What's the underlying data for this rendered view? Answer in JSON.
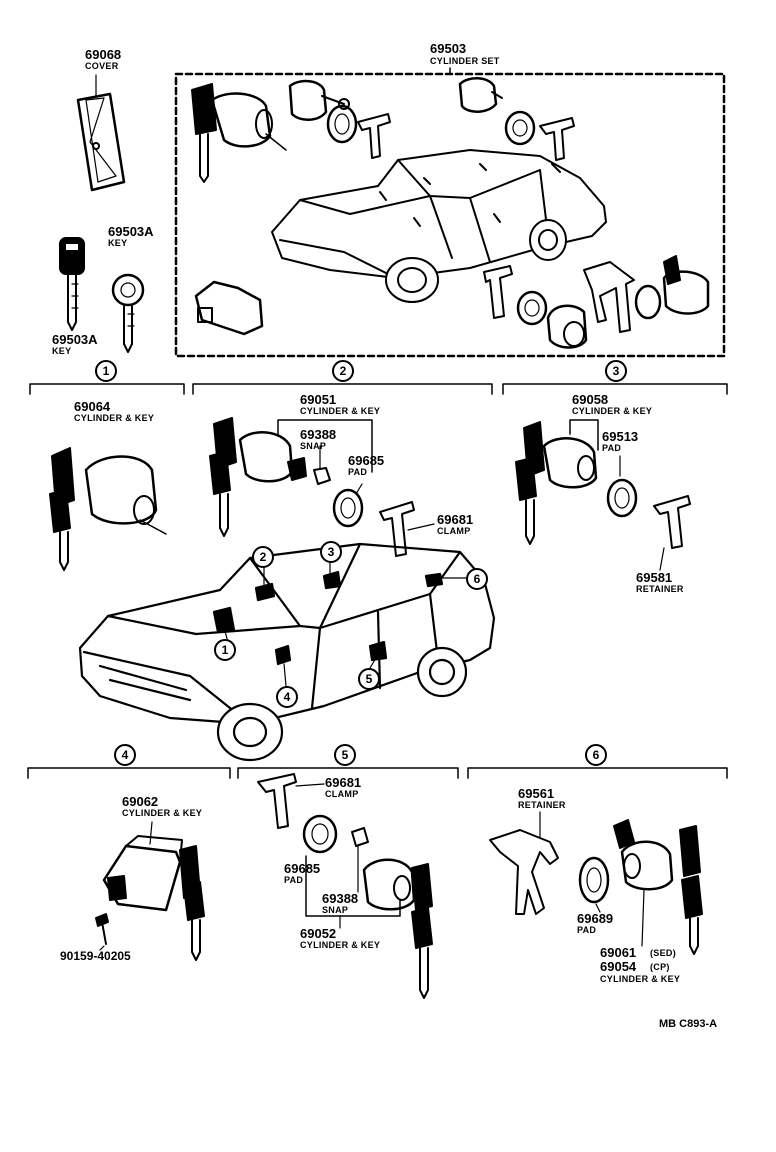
{
  "parts": {
    "cover": {
      "number": "69068",
      "name": "COVER"
    },
    "cylinder_set": {
      "number": "69503",
      "name": "CYLINDER SET"
    },
    "key_a": {
      "number": "69503A",
      "name": "KEY"
    },
    "key_b": {
      "number": "69503A",
      "name": "KEY"
    },
    "cyl_key_1": {
      "number": "69064",
      "name": "CYLINDER & KEY"
    },
    "cyl_key_2": {
      "number": "69051",
      "name": "CYLINDER & KEY"
    },
    "snap_2": {
      "number": "69388",
      "name": "SNAP"
    },
    "pad_2": {
      "number": "69685",
      "name": "PAD"
    },
    "clamp_2": {
      "number": "69681",
      "name": "CLAMP"
    },
    "cyl_key_3": {
      "number": "69058",
      "name": "CYLINDER & KEY"
    },
    "pad_3": {
      "number": "69513",
      "name": "PAD"
    },
    "retainer_3": {
      "number": "69581",
      "name": "RETAINER"
    },
    "cyl_key_4": {
      "number": "69062",
      "name": "CYLINDER & KEY"
    },
    "screw_4": {
      "number": "90159-40205"
    },
    "clamp_5": {
      "number": "69681",
      "name": "CLAMP"
    },
    "pad_5": {
      "number": "69685",
      "name": "PAD"
    },
    "snap_5": {
      "number": "69388",
      "name": "SNAP"
    },
    "cyl_key_5": {
      "number": "69052",
      "name": "CYLINDER & KEY"
    },
    "retainer_6": {
      "number": "69561",
      "name": "RETAINER"
    },
    "pad_6": {
      "number": "69689",
      "name": "PAD"
    },
    "cyl_key_6_sed": {
      "number": "69061",
      "variant": "(SED)"
    },
    "cyl_key_6_cp": {
      "number": "69054",
      "variant": "(CP)"
    },
    "cyl_key_6": {
      "name": "CYLINDER & KEY"
    }
  },
  "sections": [
    "1",
    "2",
    "3",
    "4",
    "5",
    "6"
  ],
  "car_callouts": [
    "2",
    "3",
    "6",
    "1",
    "4",
    "5"
  ],
  "figure_code": "MB  C893-A",
  "icons": [
    "key-icon",
    "lock-cylinder-icon",
    "car-sedan-icon",
    "clamp-icon",
    "pad-icon",
    "snap-icon",
    "screw-icon",
    "retainer-icon"
  ]
}
